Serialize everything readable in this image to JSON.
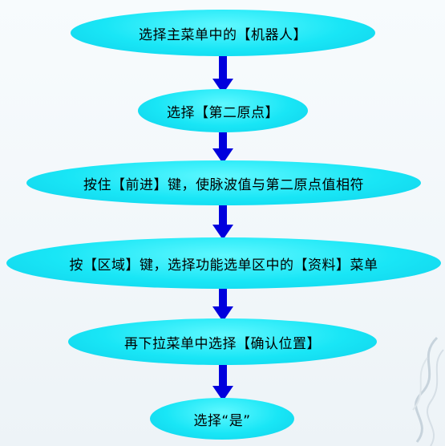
{
  "steps": [
    {
      "label": "选择主菜单中的【机器人】"
    },
    {
      "label": "选择【第二原点】"
    },
    {
      "label": "按住【前进】键，使脉波值与第二原点值相符"
    },
    {
      "label": "按【区域】键，选择功能选单区中的【资料】菜单"
    },
    {
      "label": "再下拉菜单中选择【确认位置】"
    },
    {
      "label": "选择“是”"
    }
  ],
  "colors": {
    "node_fill": "#19e6f6",
    "arrow": "#0000dd",
    "text": "#000000"
  }
}
